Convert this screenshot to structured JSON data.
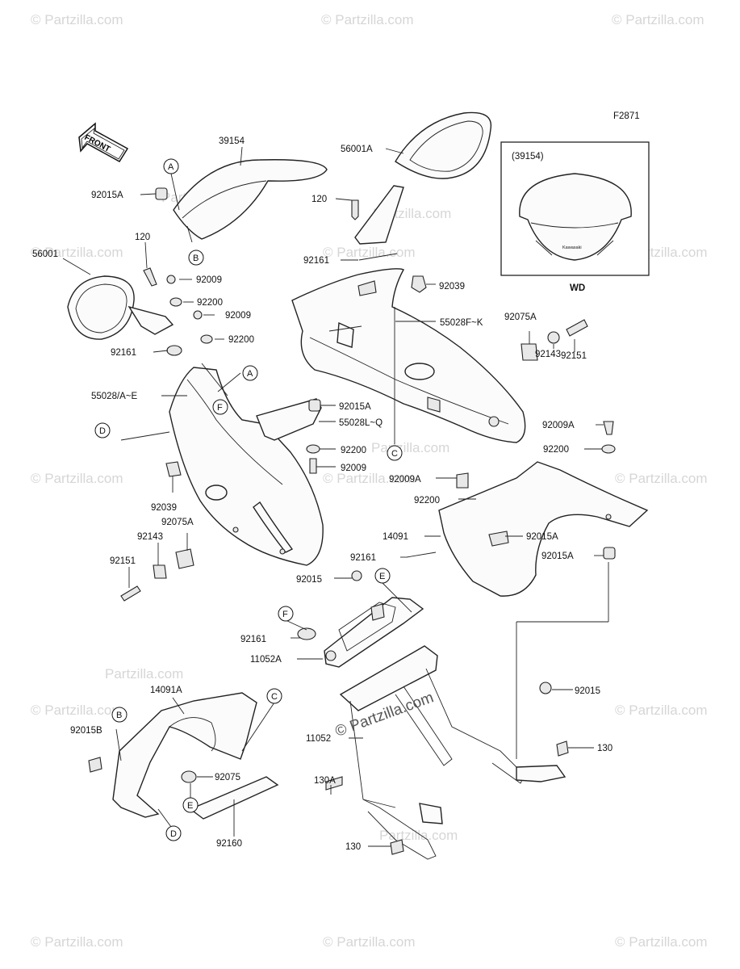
{
  "figure_code": "F2871",
  "front_label": "FRONT",
  "watermark": "© Partzilla.com",
  "watermark_short": "Partzilla.com",
  "inset": {
    "part_ref": "(39154)",
    "variant": "WD",
    "windshield_brand": "Kawasaki"
  },
  "callouts": [
    "A",
    "B",
    "A",
    "F",
    "D",
    "C",
    "F",
    "E",
    "C",
    "B",
    "E",
    "D"
  ],
  "labels": {
    "l39154": "39154",
    "l56001A": "56001A",
    "l92015A_1": "92015A",
    "l120_1": "120",
    "l120_2": "120",
    "l56001": "56001",
    "l92009_1": "92009",
    "l92200_1": "92200",
    "l92009_2": "92009",
    "l92200_2": "92200",
    "l92161_1": "92161",
    "l92161_2": "92161",
    "l92039_1": "92039",
    "l55028FK": "55028F~K",
    "l92075A_1": "92075A",
    "l92151_1": "92151",
    "l92143_1": "92143",
    "l55028AE": "55028/A~E",
    "l92015A_2": "92015A",
    "l55028LQ": "55028L~Q",
    "l92009A_1": "92009A",
    "l92200_3": "92200",
    "l92200_4": "92200",
    "l92009_3": "92009",
    "l92009A_2": "92009A",
    "l92200_5": "92200",
    "l92039_2": "92039",
    "l92075A_2": "92075A",
    "l14091": "14091",
    "l92015A_3": "92015A",
    "l92143_2": "92143",
    "l92015A_4": "92015A",
    "l92151_2": "92151",
    "l92161_3": "92161",
    "l92015_1": "92015",
    "l92161_4": "92161",
    "l11052A": "11052A",
    "l14091A": "14091A",
    "l92015_2": "92015",
    "l92015B": "92015B",
    "l11052": "11052",
    "l130_1": "130",
    "l92075": "92075",
    "l130A": "130A",
    "l92160": "92160",
    "l130_2": "130"
  }
}
